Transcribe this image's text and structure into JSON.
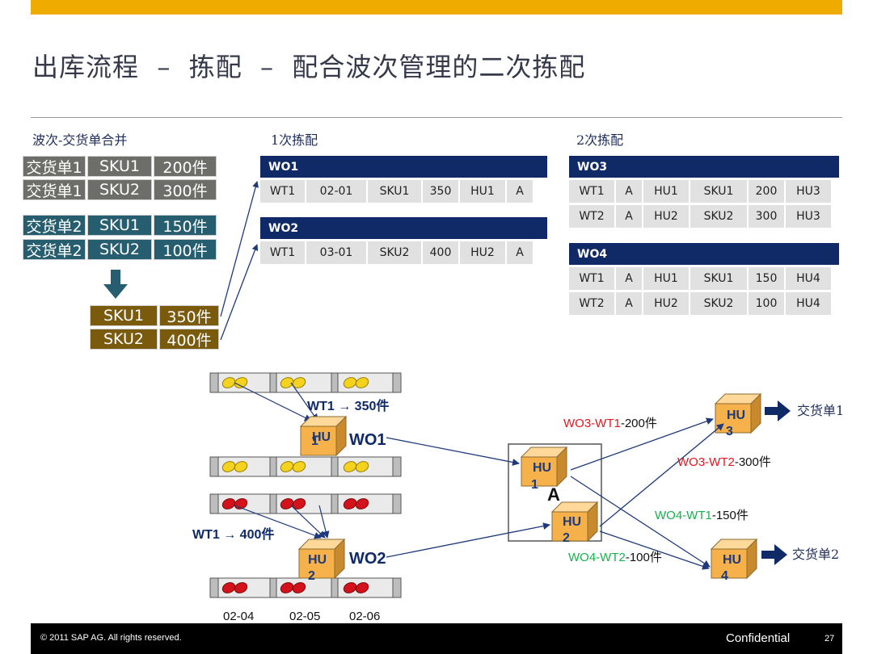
{
  "title": "出库流程  –  拣配  –  配合波次管理的二次拣配",
  "sections": {
    "merge": "波次-交货单合并",
    "first": "1次拣配",
    "second": "2次拣配"
  },
  "deliveries": [
    [
      "交货单1",
      "SKU1",
      "200件"
    ],
    [
      "交货单1",
      "SKU2",
      "300件"
    ],
    [
      "交货单2",
      "SKU1",
      "150件"
    ],
    [
      "交货单2",
      "SKU2",
      "100件"
    ]
  ],
  "totals": [
    [
      "SKU1",
      "350件"
    ],
    [
      "SKU2",
      "400件"
    ]
  ],
  "wo1": {
    "title": "WO1",
    "rows": [
      [
        "WT1",
        "02-01",
        "SKU1",
        "350",
        "HU1",
        "A"
      ]
    ]
  },
  "wo2": {
    "title": "WO2",
    "rows": [
      [
        "WT1",
        "03-01",
        "SKU2",
        "400",
        "HU2",
        "A"
      ]
    ]
  },
  "wo3": {
    "title": "WO3",
    "rows": [
      [
        "WT1",
        "A",
        "HU1",
        "SKU1",
        "200",
        "HU3"
      ],
      [
        "WT2",
        "A",
        "HU2",
        "SKU2",
        "300",
        "HU3"
      ]
    ]
  },
  "wo4": {
    "title": "WO4",
    "rows": [
      [
        "WT1",
        "A",
        "HU1",
        "SKU1",
        "150",
        "HU4"
      ],
      [
        "WT2",
        "A",
        "HU2",
        "SKU2",
        "100",
        "HU4"
      ]
    ]
  },
  "diagram": {
    "wt1_350_a": "WT1",
    "wt1_350_b": " → 350件",
    "wt1_400_a": "WT1",
    "wt1_400_b": " → 400件",
    "wo1": "WO1",
    "wo2": "WO2",
    "hu": "HU",
    "hu1_num": "1",
    "hu2_num": "2",
    "hu3_num": "3",
    "hu4_num": "4",
    "hu1b_num": "1",
    "hu2b_num": "2",
    "area": "A",
    "wo3wt1_a": "WO3-WT1",
    "wo3wt1_b": "-200件",
    "wo3wt2_a": "WO3-WT2",
    "wo3wt2_b": "-300件",
    "wo4wt1_a": "WO4-WT1",
    "wo4wt1_b": "-150件",
    "wo4wt2_a": "WO4-WT2",
    "wo4wt2_b": "-100件",
    "delivery1": "交货单1",
    "delivery2": "交货单2",
    "bin1": "02-04",
    "bin2": "02-05",
    "bin3": "02-06"
  },
  "colors": {
    "accent": "#f0ab00",
    "navy": "#0f2a66",
    "red": "#e8141b",
    "green": "#17b24a",
    "yellow": "#f4d21e",
    "cherry": "#d4121b"
  },
  "footer": {
    "copyright": "©  2011 SAP AG. All rights reserved.",
    "confidential": "Confidential",
    "page": "27"
  }
}
